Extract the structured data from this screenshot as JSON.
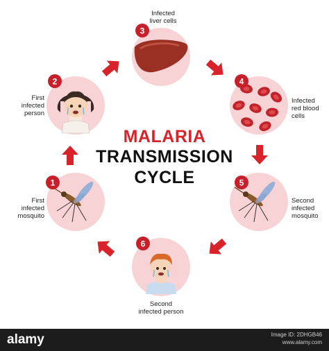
{
  "title": {
    "line1": "MALARIA",
    "line2": "TRANSMISSION",
    "line3": "CYCLE",
    "accent_color": "#d9232a"
  },
  "steps": [
    {
      "number": "1",
      "label": "First\ninfected\nmosquito",
      "icon": "mosquito-icon"
    },
    {
      "number": "2",
      "label": "First\ninfected\nperson",
      "icon": "sick-girl-icon"
    },
    {
      "number": "3",
      "label": "Infected\nliver cells",
      "icon": "liver-icon"
    },
    {
      "number": "4",
      "label": "Infected\nred blood\ncells",
      "icon": "red-blood-cells-icon"
    },
    {
      "number": "5",
      "label": "Second\ninfected\nmosquito",
      "icon": "mosquito-icon"
    },
    {
      "number": "6",
      "label": "Second\ninfected person",
      "icon": "sick-boy-icon"
    }
  ],
  "colors": {
    "circle_fill": "#f7d3d6",
    "badge": "#c8202a",
    "arrow": "#d9232a"
  },
  "watermark": {
    "brand": "alamy",
    "meta": "Image ID: 2DHGB46\nwww.alamy.com"
  }
}
